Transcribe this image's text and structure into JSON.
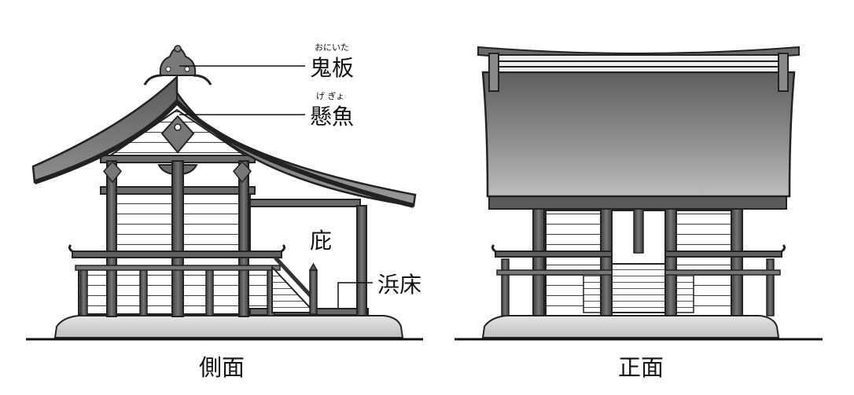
{
  "labels": {
    "onita": {
      "text": "鬼板",
      "ruby": "おにいた"
    },
    "gegyo": {
      "text": "懸魚",
      "ruby": "げ ぎょ"
    },
    "hisashi": "庇",
    "hamayuka": "浜床"
  },
  "captions": {
    "side": "側面",
    "front": "正面"
  }
}
